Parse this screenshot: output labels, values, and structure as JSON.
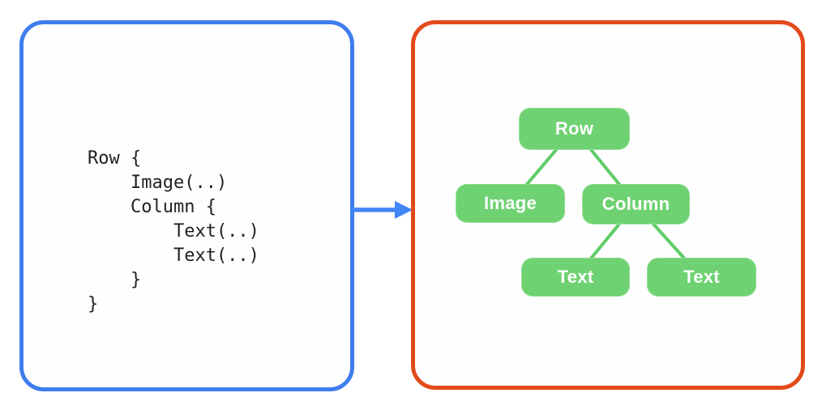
{
  "colors": {
    "code_panel_border": "#3E7DEE",
    "tree_panel_border": "#E24A1A",
    "arrow": "#4285F4",
    "node_fill": "#6FD272",
    "node_text": "#FFFFFF",
    "edge_stroke": "#5FCC68",
    "code_text": "#1F2124"
  },
  "left_panel": {
    "code": "Row {\n    Image(..)\n    Column {\n        Text(..)\n        Text(..)\n    }\n}"
  },
  "right_panel": {
    "tree": {
      "nodes": [
        {
          "id": "row",
          "label": "Row",
          "children": [
            "image",
            "column"
          ]
        },
        {
          "id": "image",
          "label": "Image",
          "children": []
        },
        {
          "id": "column",
          "label": "Column",
          "children": [
            "text1",
            "text2"
          ]
        },
        {
          "id": "text1",
          "label": "Text",
          "children": []
        },
        {
          "id": "text2",
          "label": "Text",
          "children": []
        }
      ],
      "edges": [
        [
          "row",
          "image"
        ],
        [
          "row",
          "column"
        ],
        [
          "column",
          "text1"
        ],
        [
          "column",
          "text2"
        ]
      ]
    }
  }
}
